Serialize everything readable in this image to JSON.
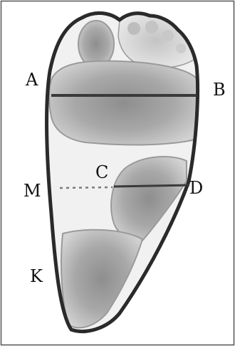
{
  "labels": {
    "a": "A",
    "b": "B",
    "c": "C",
    "m": "M",
    "d": "D",
    "k": "K"
  }
}
